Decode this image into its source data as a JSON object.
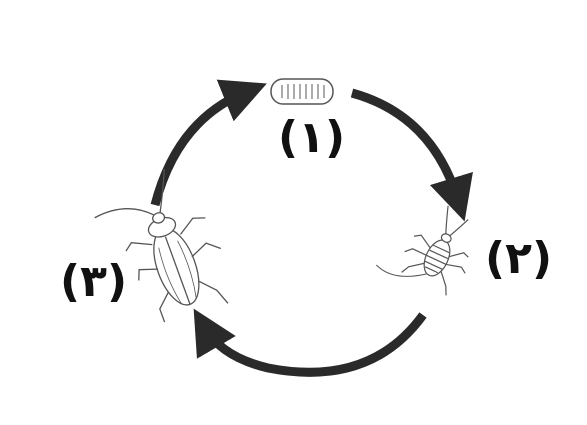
{
  "diagram": {
    "stages": [
      {
        "label": "(١)",
        "icon": "egg-case-icon"
      },
      {
        "label": "(٢)",
        "icon": "nymph-icon"
      },
      {
        "label": "(٣)",
        "icon": "adult-cockroach-icon"
      }
    ],
    "colors": {
      "arrow": "#2a2a2a",
      "text": "#111111",
      "line": "#555555"
    }
  }
}
